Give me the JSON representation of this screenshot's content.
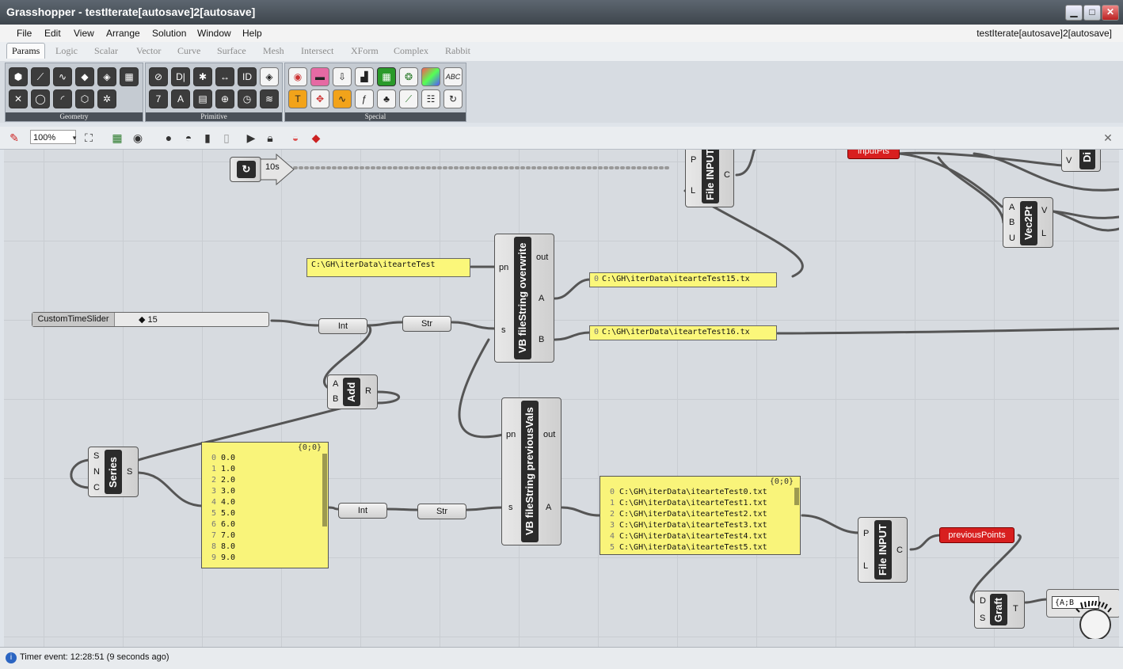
{
  "window": {
    "title": "Grasshopper - testIterate[autosave]2[autosave]",
    "controls": {
      "minimize": "▁",
      "maximize": "□",
      "close": "✕"
    }
  },
  "menubar": {
    "items": [
      "File",
      "Edit",
      "View",
      "Arrange",
      "Solution",
      "Window",
      "Help"
    ],
    "document_name": "testIterate[autosave]2[autosave]"
  },
  "tabs": [
    "Params",
    "Logic",
    "Scalar",
    "Vector",
    "Curve",
    "Surface",
    "Mesh",
    "Intersect",
    "XForm",
    "Complex",
    "Rabbit"
  ],
  "ribbon": {
    "panels": [
      {
        "label": "Geometry",
        "icons": [
          "box-param-icon",
          "line-param-icon",
          "curve-param-icon",
          "brep-param-icon",
          "surface-param-icon",
          "mesh-param-icon",
          "point-param-icon",
          "circle-param-icon",
          "arc-param-icon",
          "geometry-param-icon",
          "field-param-icon"
        ]
      },
      {
        "label": "Primitive",
        "icons": [
          "boolean-param-icon",
          "integer-param-icon",
          "number-param-icon",
          "domain-param-icon",
          "id-param-icon",
          "vector-param-icon",
          "string-param-icon",
          "colour-param-icon",
          "shader-param-icon",
          "time-param-icon",
          "path-param-icon",
          "interval-param-icon"
        ]
      },
      {
        "label": "Special",
        "icons": [
          "colour-swatch-icon",
          "slider-icon",
          "param-viewer-icon",
          "panel-icon",
          "gradient-icon",
          "colour-wheel-icon",
          "colour-picker-icon",
          "text-tag-icon",
          "custom-preview-icon",
          "timer-icon",
          "graph-mapper-icon",
          "function-icon",
          "data-tree-icon",
          "quick-graph-icon",
          "scribble-icon",
          "timer-loop-icon"
        ]
      }
    ],
    "text_icons": {
      "abc": "ABC",
      "id": "ID",
      "dl": "D|"
    }
  },
  "canvas_toolbar": {
    "zoom": "100%",
    "icons": [
      "sketch-icon",
      "zoom-extents-icon",
      "map-icon",
      "preview-eye-icon",
      "shade-icon",
      "wire-icon",
      "preview-icon",
      "disable-icon",
      "run-icon",
      "lock-icon",
      "bake-icon",
      "record-icon"
    ]
  },
  "canvas": {
    "timer": {
      "interval": "10s"
    },
    "file_input_top": {
      "name": "File INPUT",
      "ports_in": [
        "P",
        "L"
      ],
      "ports_out": [
        "C"
      ]
    },
    "input_pts_red": "inputPts",
    "vec2pt": {
      "name": "Vec2Pt",
      "ports_in": [
        "A",
        "B",
        "U"
      ],
      "ports_out": [
        "V",
        "L"
      ]
    },
    "dist_partial": "Di",
    "vb_overwrite": {
      "name": "VB fileString overwrite",
      "ports_in": [
        "pn",
        "s"
      ],
      "ports_out": [
        "out",
        "A",
        "B"
      ]
    },
    "path_panel": "C:\\GH\\iterData\\itearteTest",
    "out_panel_a": {
      "index": "0",
      "text": "C:\\GH\\iterData\\itearteTest15.tx"
    },
    "out_panel_b": {
      "index": "0",
      "text": "C:\\GH\\iterData\\itearteTest16.tx"
    },
    "slider": {
      "name": "CustomTimeSlider",
      "value": "15"
    },
    "int1": "Int",
    "str1": "Str",
    "add": {
      "name": "Add",
      "ports_in": [
        "A",
        "B"
      ],
      "ports_out": [
        "R"
      ]
    },
    "series": {
      "name": "Series",
      "ports_in": [
        "S",
        "N",
        "C"
      ],
      "ports_out": [
        "S"
      ]
    },
    "series_panel": {
      "header": "{0;0}",
      "rows": [
        {
          "i": "0",
          "v": "0.0"
        },
        {
          "i": "1",
          "v": "1.0"
        },
        {
          "i": "2",
          "v": "2.0"
        },
        {
          "i": "3",
          "v": "3.0"
        },
        {
          "i": "4",
          "v": "4.0"
        },
        {
          "i": "5",
          "v": "5.0"
        },
        {
          "i": "6",
          "v": "6.0"
        },
        {
          "i": "7",
          "v": "7.0"
        },
        {
          "i": "8",
          "v": "8.0"
        },
        {
          "i": "9",
          "v": "9.0"
        }
      ]
    },
    "int2": "Int",
    "str2": "Str",
    "vb_previous": {
      "name": "VB fileString previousVals",
      "ports_in": [
        "pn",
        "s"
      ],
      "ports_out": [
        "out",
        "A"
      ]
    },
    "file_list_panel": {
      "header": "{0;0}",
      "rows": [
        {
          "i": "0",
          "v": "C:\\GH\\iterData\\itearteTest0.txt"
        },
        {
          "i": "1",
          "v": "C:\\GH\\iterData\\itearteTest1.txt"
        },
        {
          "i": "2",
          "v": "C:\\GH\\iterData\\itearteTest2.txt"
        },
        {
          "i": "3",
          "v": "C:\\GH\\iterData\\itearteTest3.txt"
        },
        {
          "i": "4",
          "v": "C:\\GH\\iterData\\itearteTest4.txt"
        },
        {
          "i": "5",
          "v": "C:\\GH\\iterData\\itearteTest5.txt"
        }
      ]
    },
    "file_input_bottom": {
      "name": "File INPUT",
      "ports_in": [
        "P",
        "L"
      ],
      "ports_out": [
        "C"
      ]
    },
    "previous_points_red": "previousPoints",
    "graft": {
      "name": "Graft",
      "ports_in": [
        "D",
        "S"
      ],
      "ports_out": [
        "T"
      ]
    },
    "param_viewer_text": "{A;B"
  },
  "statusbar": {
    "text": "Timer event: 12:28:51 (9 seconds ago)"
  }
}
